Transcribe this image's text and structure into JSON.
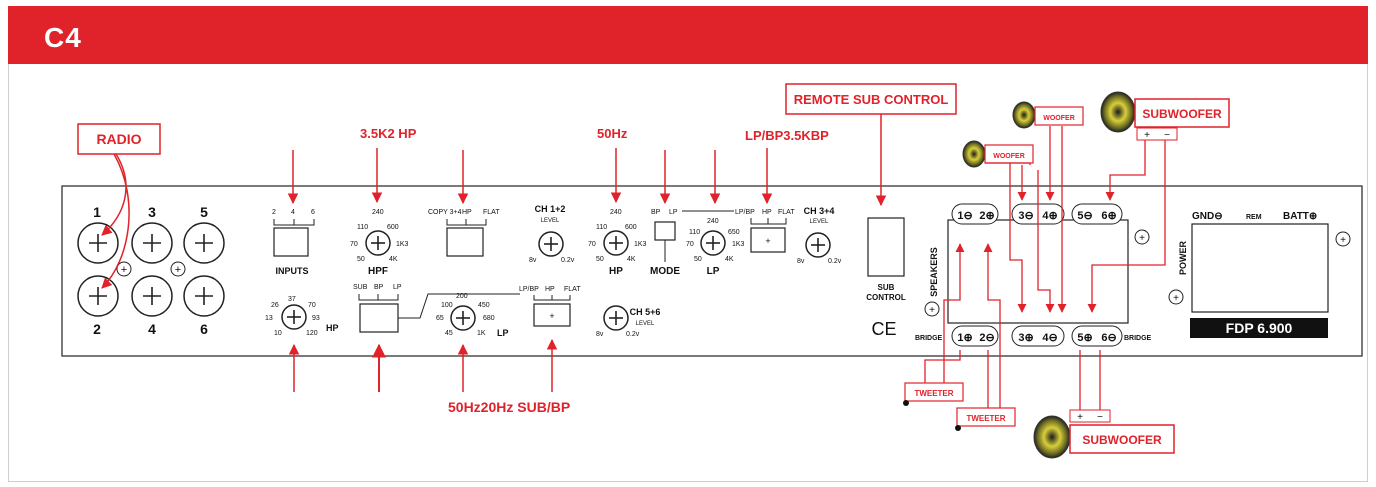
{
  "header": {
    "title": "C4",
    "color": "#e0222a"
  },
  "callouts": {
    "radio": "RADIO",
    "remote_sub_control": "REMOTE SUB CONTROL",
    "woofer_top_1": "WOOFER",
    "woofer_top_2": "WOOFER",
    "subwoofer_top": "SUBWOOFER",
    "tweeter_1": "TWEETER",
    "tweeter_2": "TWEETER",
    "subwoofer_bottom": "SUBWOOFER"
  },
  "red_labels": {
    "hpf_setting": "3.5K2 HP",
    "hp_freq": "50Hz",
    "lp_setting": "LP/BP3.5KBP",
    "bottom_setting": "50Hz20Hz SUB/BP"
  },
  "inputs": {
    "numbers_top": [
      "1",
      "3",
      "5"
    ],
    "numbers_bottom": [
      "2",
      "4",
      "6"
    ]
  },
  "panel": {
    "inputs_switch_options": [
      "2",
      "4",
      "6"
    ],
    "inputs_label": "INPUTS",
    "hpf_scale": [
      "240",
      "110",
      "600",
      "70",
      "1K3",
      "50",
      "4K"
    ],
    "hpf_label": "HPF",
    "copy_switch_options": [
      "COPY 3+4",
      "HP",
      "FLAT"
    ],
    "ch12_level_label": "CH 1+2",
    "level_word": "LEVEL",
    "level_min": "8v",
    "level_max": "0.2v",
    "hp_scale": [
      "240",
      "110",
      "600",
      "70",
      "1K3",
      "50",
      "4K"
    ],
    "hp_label": "HP",
    "mode_options": [
      "BP",
      "LP"
    ],
    "mode_label": "MODE",
    "lp_scale": [
      "240",
      "110",
      "650",
      "70",
      "1K3",
      "50",
      "4K"
    ],
    "lp_label": "LP",
    "lpbp_switch_options": [
      "LP/BP",
      "HP",
      "FLAT"
    ],
    "ch34_level_label": "CH 3+4",
    "sub_control_label_1": "SUB",
    "sub_control_label_2": "CONTROL",
    "ce_mark": "CE",
    "hp2_scale": [
      "37",
      "26",
      "70",
      "13",
      "93",
      "10",
      "120"
    ],
    "hp2_label": "HP",
    "sub_switch_options": [
      "SUB",
      "BP",
      "LP"
    ],
    "lp2_scale": [
      "200",
      "100",
      "450",
      "65",
      "680",
      "45",
      "1K"
    ],
    "lp2_label": "LP",
    "lpbp2_switch_options": [
      "LP/BP",
      "HP",
      "FLAT"
    ],
    "ch56_level_label": "CH 5+6",
    "speakers_label": "SPEAKERS",
    "bridge_left": "BRIDGE",
    "bridge_right": "BRIDGE",
    "terminals_top": [
      "1⊖",
      "2⊕",
      "3⊖",
      "4⊕",
      "5⊖",
      "6⊕"
    ],
    "terminals_bottom": [
      "1⊕",
      "2⊖",
      "3⊕",
      "4⊖",
      "5⊕",
      "6⊖"
    ],
    "power_label": "POWER",
    "gnd_label": "GND⊖",
    "rem_label": "REM",
    "batt_label": "BATT⊕",
    "model": "FDP 6.900",
    "polarity_plus": "+",
    "polarity_minus": "−"
  }
}
